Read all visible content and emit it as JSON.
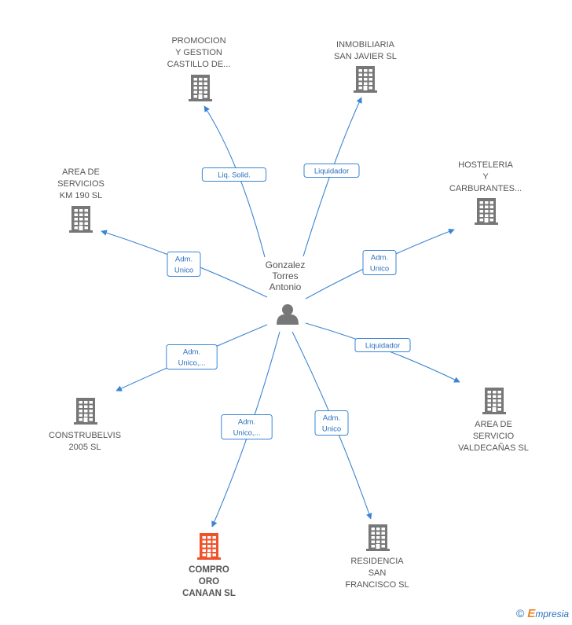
{
  "center": {
    "label_lines": [
      "Gonzalez",
      "Torres",
      "Antonio"
    ],
    "icon": "person-icon"
  },
  "companies": [
    {
      "id": "promocion",
      "label_lines": [
        "PROMOCION",
        "Y GESTION",
        "CASTILLO DE..."
      ],
      "icon": "building-icon",
      "color": "#777777",
      "highlight": false
    },
    {
      "id": "inmobiliaria",
      "label_lines": [
        "INMOBILIARIA",
        "SAN JAVIER SL"
      ],
      "icon": "building-icon",
      "color": "#777777",
      "highlight": false
    },
    {
      "id": "hosteleria",
      "label_lines": [
        "HOSTELERIA",
        "Y",
        "CARBURANTES..."
      ],
      "icon": "building-icon",
      "color": "#777777",
      "highlight": false
    },
    {
      "id": "area190",
      "label_lines": [
        "AREA DE",
        "SERVICIOS",
        "KM 190  SL"
      ],
      "icon": "building-icon",
      "color": "#777777",
      "highlight": false
    },
    {
      "id": "construbelvis",
      "label_lines": [
        "CONSTRUBELVIS",
        "2005 SL"
      ],
      "icon": "building-icon",
      "color": "#777777",
      "highlight": false
    },
    {
      "id": "valdecanas",
      "label_lines": [
        "AREA DE",
        "SERVICIO",
        "VALDECAÑAS SL"
      ],
      "icon": "building-icon",
      "color": "#777777",
      "highlight": false
    },
    {
      "id": "compro",
      "label_lines": [
        "COMPRO",
        "ORO",
        "CANAAN  SL"
      ],
      "icon": "building-icon",
      "color": "#f0522a",
      "highlight": true
    },
    {
      "id": "residencia",
      "label_lines": [
        "RESIDENCIA",
        "SAN",
        "FRANCISCO SL"
      ],
      "icon": "building-icon",
      "color": "#777777",
      "highlight": false
    }
  ],
  "edges": [
    {
      "target": "promocion",
      "label_lines": [
        "Liq.  Solid."
      ]
    },
    {
      "target": "inmobiliaria",
      "label_lines": [
        "Liquidador"
      ]
    },
    {
      "target": "hosteleria",
      "label_lines": [
        "Adm.",
        "Unico"
      ]
    },
    {
      "target": "area190",
      "label_lines": [
        "Adm.",
        "Unico"
      ]
    },
    {
      "target": "construbelvis",
      "label_lines": [
        "Adm.",
        "Unico,..."
      ]
    },
    {
      "target": "valdecanas",
      "label_lines": [
        "Liquidador"
      ]
    },
    {
      "target": "compro",
      "label_lines": [
        "Adm.",
        "Unico,..."
      ]
    },
    {
      "target": "residencia",
      "label_lines": [
        "Adm.",
        "Unico"
      ]
    }
  ],
  "colors": {
    "edge": "#3a85d4",
    "building": "#777777",
    "highlight": "#f0522a",
    "person": "#777777"
  },
  "footer": {
    "copyright": "©",
    "brand_initial": "E",
    "brand_rest": "mpresia"
  }
}
